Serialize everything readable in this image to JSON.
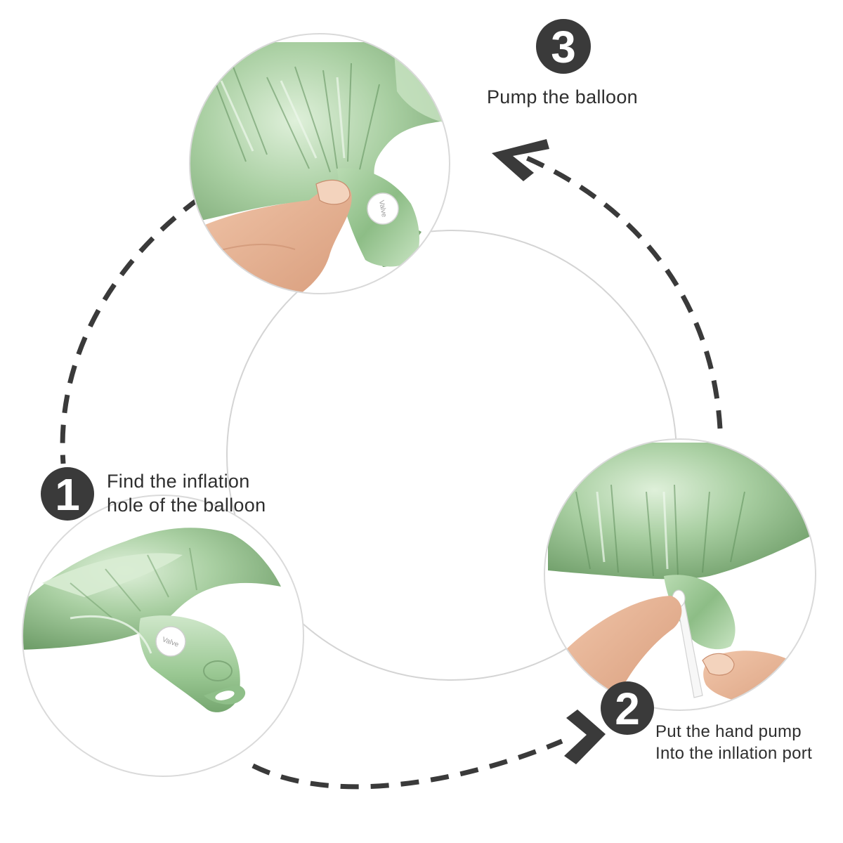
{
  "colors": {
    "background": "#ffffff",
    "accent_dark": "#3a3a3a",
    "foil_light": "#c7e3c1",
    "foil_mid": "#97c490",
    "foil_dark": "#5f8f5b",
    "skin": "#e8b494",
    "text": "#2e2e2e"
  },
  "steps": [
    {
      "number": "1",
      "lines": [
        "Find the inflation",
        "hole of the balloon"
      ],
      "photo_icon": "balloon-valve-photo",
      "valve_label": "Valve"
    },
    {
      "number": "2",
      "lines": [
        "Put the hand pump",
        "Into the inllation port"
      ],
      "photo_icon": "hand-pump-photo"
    },
    {
      "number": "3",
      "lines": [
        "Pump the balloon"
      ],
      "photo_icon": "pumping-balloon-photo",
      "valve_label": "Valve"
    }
  ],
  "flow_icons": [
    "dashed-arrow-1-to-2",
    "dashed-arrow-2-to-3",
    "dashed-line-3-to-1"
  ]
}
